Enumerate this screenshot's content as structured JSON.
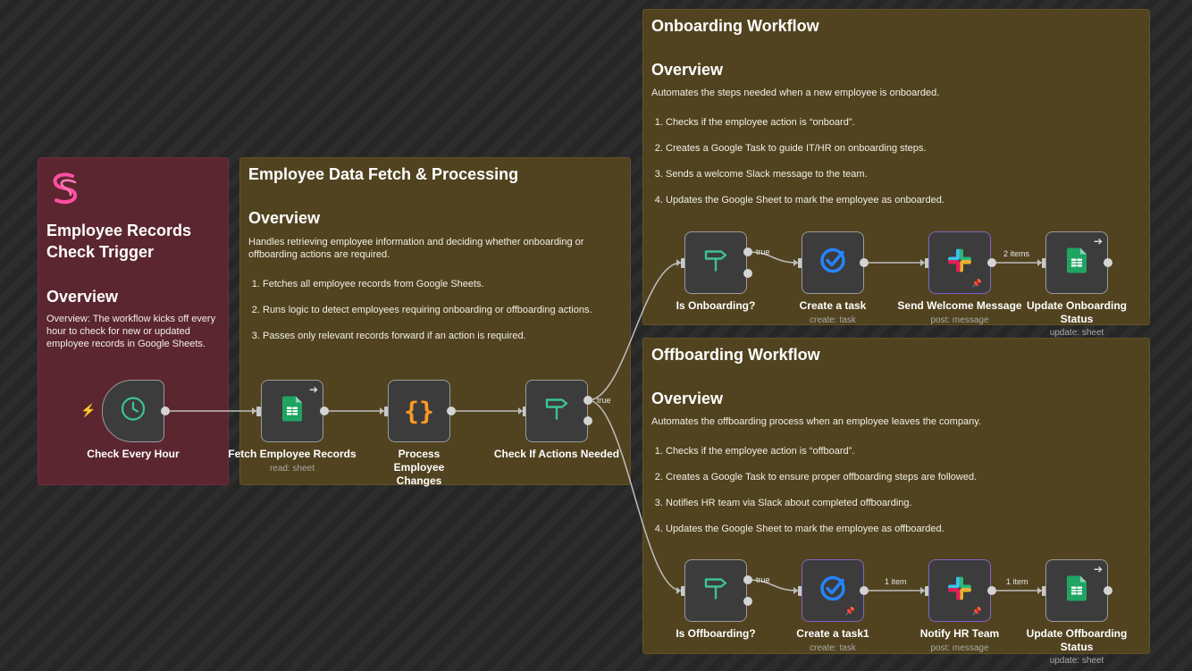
{
  "stickies": {
    "trigger_note": {
      "title": "Employee Records Check Trigger",
      "overview_heading": "Overview",
      "overview_text": "Overview: The workflow kicks off every hour to check for new or updated employee records in Google Sheets."
    },
    "fetch_note": {
      "title": "Employee Data Fetch & Processing",
      "overview_heading": "Overview",
      "overview_text": "Handles retrieving employee information and deciding whether onboarding or offboarding actions are required.",
      "steps": [
        "Fetches all employee records from Google Sheets.",
        "Runs logic to detect employees requiring onboarding or offboarding actions.",
        "Passes only relevant records forward if an action is required."
      ]
    },
    "onboarding_note": {
      "title": "Onboarding Workflow",
      "overview_heading": "Overview",
      "overview_text": "Automates the steps needed when a new employee is onboarded.",
      "steps": [
        "Checks if the employee action is “onboard”.",
        "Creates a Google Task to guide IT/HR on onboarding steps.",
        "Sends a welcome Slack message to the team.",
        "Updates the Google Sheet to mark the employee as onboarded."
      ]
    },
    "offboarding_note": {
      "title": "Offboarding Workflow",
      "overview_heading": "Overview",
      "overview_text": "Automates the offboarding process when an employee leaves the company.",
      "steps": [
        "Checks if the employee action is “offboard”.",
        "Creates a Google Task to ensure proper offboarding steps are followed.",
        "Notifies HR team via Slack about completed offboarding.",
        "Updates the Google Sheet to mark the employee as offboarded."
      ]
    }
  },
  "nodes": {
    "check_every_hour": {
      "label": "Check Every Hour",
      "icon": "clock-icon"
    },
    "fetch_employee_records": {
      "label": "Fetch Employee Records",
      "subtitle": "read: sheet",
      "icon": "google-sheets-icon"
    },
    "process_employee_changes": {
      "label": "Process Employee Changes",
      "icon": "code-braces-icon"
    },
    "check_if_actions_needed": {
      "label": "Check If Actions Needed",
      "icon": "filter-signpost-icon"
    },
    "is_onboarding": {
      "label": "Is Onboarding?",
      "icon": "filter-signpost-icon"
    },
    "create_a_task": {
      "label": "Create a task",
      "subtitle": "create: task",
      "icon": "google-tasks-icon"
    },
    "send_welcome_message": {
      "label": "Send Welcome Message",
      "subtitle": "post: message",
      "icon": "slack-icon"
    },
    "update_onboarding_status": {
      "label": "Update Onboarding Status",
      "subtitle": "update: sheet",
      "icon": "google-sheets-icon"
    },
    "is_offboarding": {
      "label": "Is Offboarding?",
      "icon": "filter-signpost-icon"
    },
    "create_a_task1": {
      "label": "Create a task1",
      "subtitle": "create: task",
      "icon": "google-tasks-icon"
    },
    "notify_hr_team": {
      "label": "Notify HR Team",
      "subtitle": "post: message",
      "icon": "slack-icon"
    },
    "update_offboarding_status": {
      "label": "Update Offboarding Status",
      "subtitle": "update: sheet",
      "icon": "google-sheets-icon"
    }
  },
  "edge_labels": {
    "check_true": "true",
    "onboard_true": "true",
    "onboard_items": "2 items",
    "offboard_true": "true",
    "offboard_item1": "1 item",
    "offboard_item2": "1 item"
  },
  "colors": {
    "trigger_sticky": "#5c2630",
    "section_sticky": "#51431f",
    "node_bg": "#3c3c3c",
    "pinned_border": "#8462c8",
    "sheets_green": "#1fa463",
    "tasks_blue": "#2684fc",
    "trigger_bolt": "#e0534a",
    "brand_pink": "#ff4fa3"
  }
}
